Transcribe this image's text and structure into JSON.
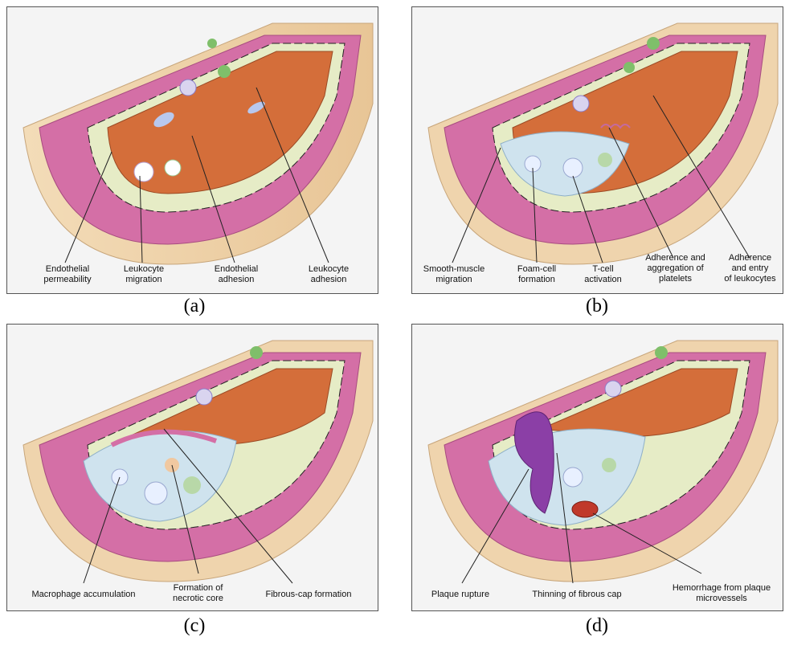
{
  "panels": {
    "a": {
      "caption": "(a)",
      "labels": [
        "Endothelial\npermeability",
        "Leukocyte\nmigration",
        "Endothelial\nadhesion",
        "Leukocyte\nadhesion"
      ]
    },
    "b": {
      "caption": "(b)",
      "labels": [
        "Smooth-muscle\nmigration",
        "Foam-cell\nformation",
        "T-cell\nactivation",
        "Adherence and\naggregation of\nplatelets",
        "Adherence\nand entry\nof leukocytes"
      ]
    },
    "c": {
      "caption": "(c)",
      "labels": [
        "Macrophage accumulation",
        "Formation of\nnecrotic core",
        "Fibrous-cap formation"
      ]
    },
    "d": {
      "caption": "(d)",
      "labels": [
        "Plaque rupture",
        "Thinning of fibrous cap",
        "Hemorrhage from plaque\nmicrovessels"
      ]
    }
  },
  "colors": {
    "outer_wall": "#f3dcb8",
    "media": "#d46fa6",
    "intima": "#e6ecc6",
    "lumen": "#d46e3a",
    "plaque": "#cfe3ee",
    "rupture": "#8b3fa6"
  }
}
